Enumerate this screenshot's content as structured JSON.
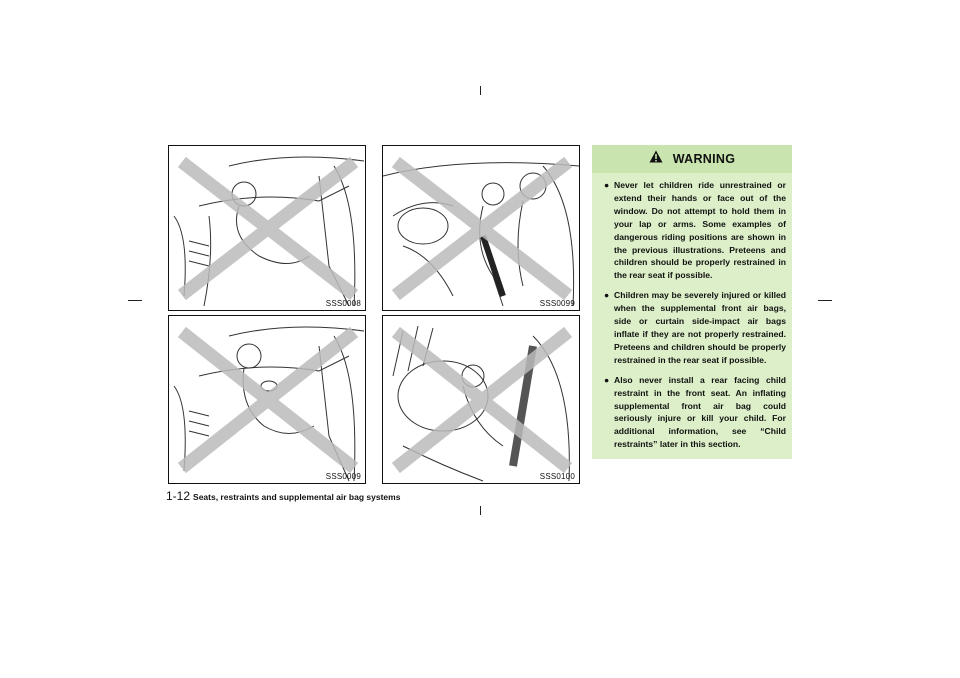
{
  "figures": [
    {
      "code": "SSS0008"
    },
    {
      "code": "SSS0099"
    },
    {
      "code": "SSS0009"
    },
    {
      "code": "SSS0100"
    }
  ],
  "warning": {
    "title": "WARNING",
    "icon": "warning-triangle-icon",
    "bullet": "●",
    "items": [
      "Never let children ride unrestrained or extend their hands or face out of the window. Do not attempt to hold them in your lap or arms. Some examples of dangerous riding positions are shown in the previous illustrations. Preteens and children should be properly restrained in the rear seat if possible.",
      "Children may be severely injured or killed when the supplemental front air bags, side or curtain side-impact air bags inflate if they are not properly restrained. Preteens and children should be properly restrained in the rear seat if possible.",
      "Also never install a rear facing child restraint in the front seat. An inflating supplemental front air bag could seriously injure or kill your child. For additional information, see “Child restraints” later in this section."
    ],
    "colors": {
      "box": "#dcefc8",
      "header": "#c9e4ae"
    }
  },
  "footer": {
    "page_number": "1-12",
    "section_title": "Seats, restraints and supplemental air bag systems"
  }
}
